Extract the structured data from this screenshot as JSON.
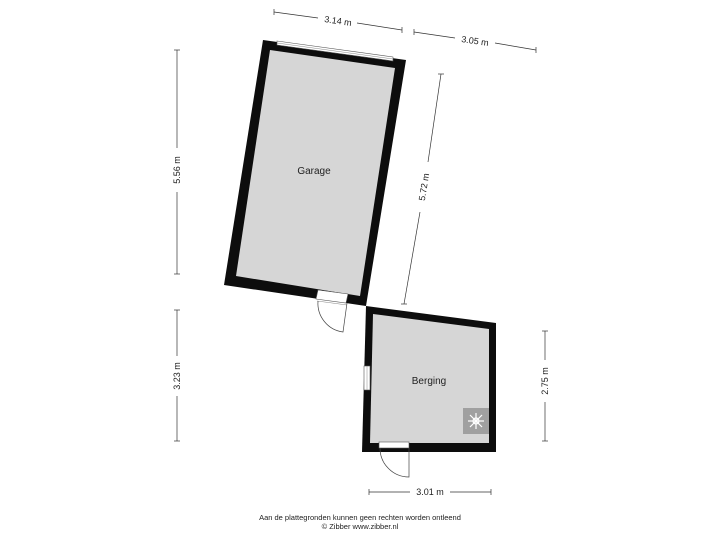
{
  "rooms": {
    "garage": {
      "label": "Garage"
    },
    "berging": {
      "label": "Berging"
    }
  },
  "dimensions": {
    "garage_top": "3.14 m",
    "garage_top_right": "3.05 m",
    "garage_left": "5.56 m",
    "garage_diagonal": "5.72 m",
    "berging_left": "3.23 m",
    "berging_right": "2.75 m",
    "berging_bottom": "3.01 m"
  },
  "footer": {
    "disclaimer": "Aan de plattegronden kunnen geen rechten worden ontleend",
    "copyright": "© Zibber www.zibber.nl"
  },
  "colors": {
    "wall": "#0d0d0d",
    "floor": "#d6d6d6",
    "dimension_line": "#333333"
  },
  "icons": {
    "fan": "ventilation-fan-icon"
  }
}
